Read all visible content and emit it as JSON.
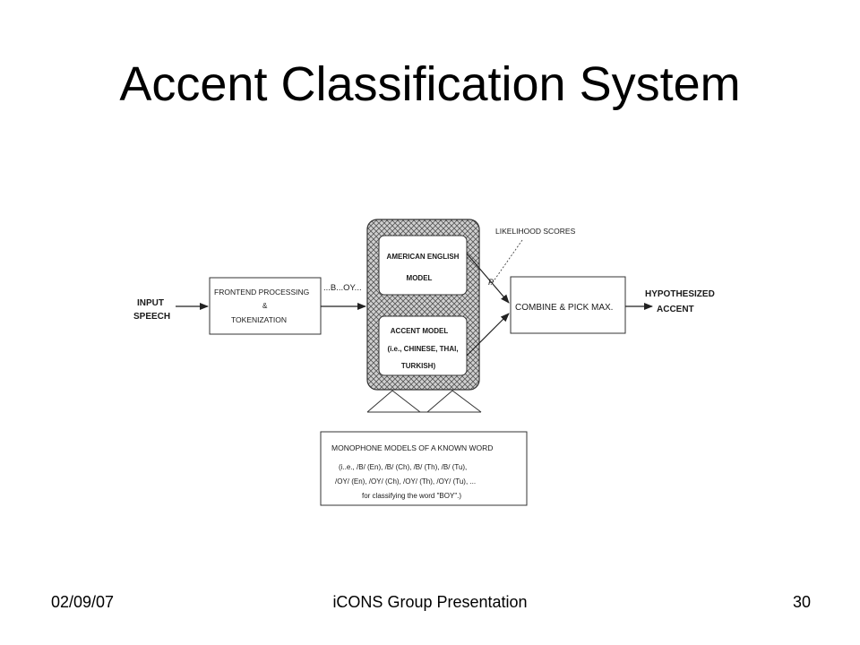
{
  "slide": {
    "title": "Accent Classification System"
  },
  "diagram": {
    "input": [
      "INPUT",
      "SPEECH"
    ],
    "frontend": [
      "FRONTEND PROCESSING",
      "&",
      "TOKENIZATION"
    ],
    "token_stream": "...B...OY...",
    "american_model": [
      "AMERICAN ENGLISH",
      "MODEL"
    ],
    "accent_model": [
      "ACCENT MODEL",
      "(i.e., CHINESE, THAI,",
      "TURKISH)"
    ],
    "likelihood": "LIKELIHOOD SCORES",
    "p_label": "P",
    "combine": "COMBINE & PICK MAX.",
    "output": [
      "HYPOTHESIZED",
      "ACCENT"
    ],
    "monophone": [
      "MONOPHONE MODELS OF A KNOWN WORD",
      "(i..e., /B/ (En), /B/ (Ch), /B/ (Th), /B/ (Tu),",
      "/OY/ (En), /OY/ (Ch), /OY/ (Th), /OY/ (Tu), ...",
      "for classifying the word \"BOY\".)"
    ]
  },
  "footer": {
    "date": "02/09/07",
    "center": "iCONS Group Presentation",
    "page": "30"
  }
}
